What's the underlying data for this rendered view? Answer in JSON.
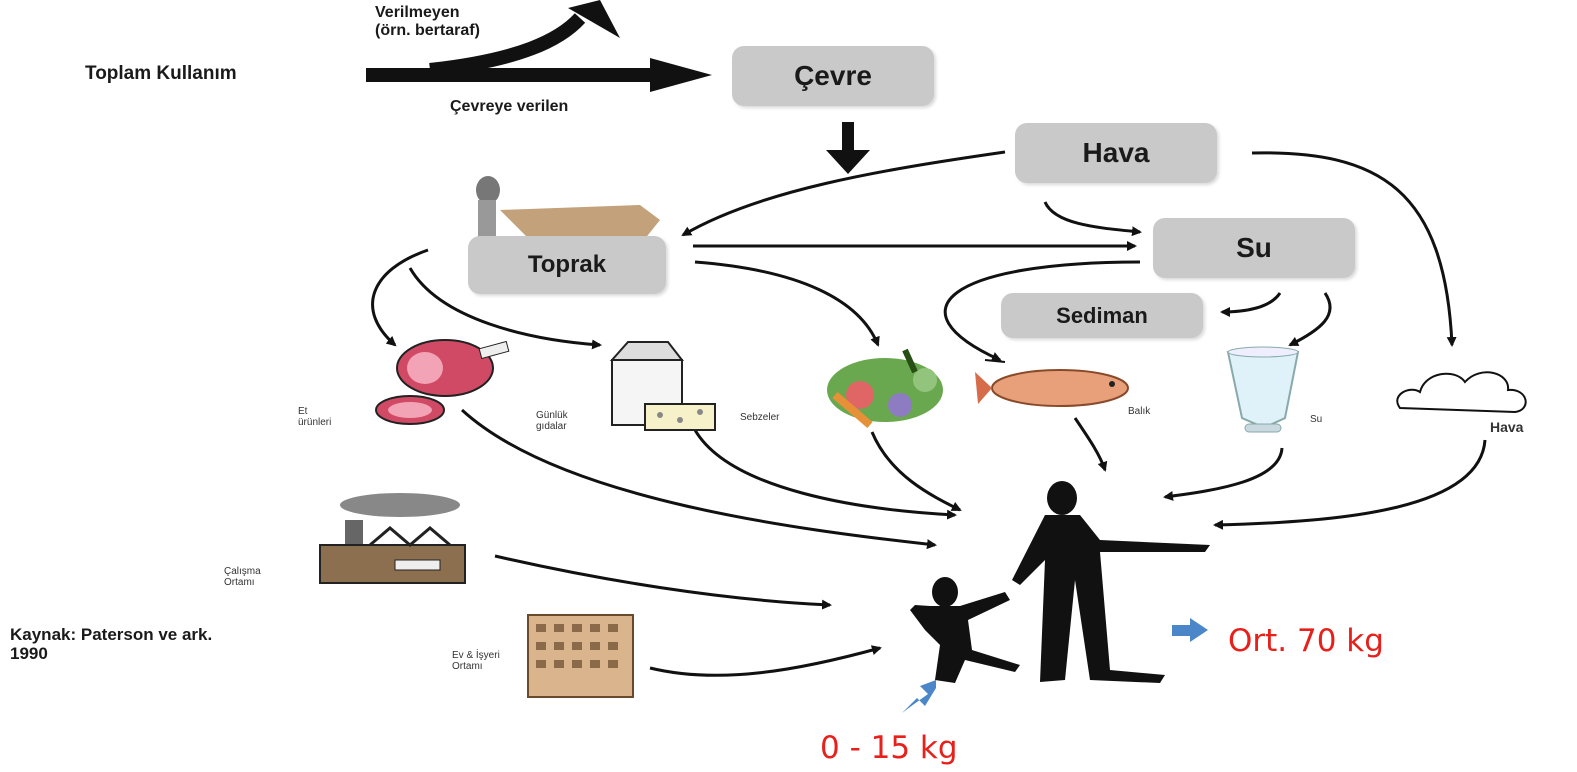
{
  "top": {
    "source_label": "Toplam Kullanım",
    "unreleased_line1": "Verilmeyen",
    "unreleased_line2": "(örn. bertaraf)",
    "released_label": "Çevreye verilen"
  },
  "boxes": {
    "cevre": "Çevre",
    "hava": "Hava",
    "su": "Su",
    "toprak": "Toprak",
    "sediman": "Sediman"
  },
  "exposure": {
    "et_line1": "Et",
    "et_line2": "ürünleri",
    "gunluk_line1": "Günlük",
    "gunluk_line2": "gıdalar",
    "sebzeler": "Sebzeler",
    "balik": "Balık",
    "su": "Su",
    "hava": "Hava",
    "calisma_line1": "Çalışma",
    "calisma_line2": "Ortamı",
    "ev_line1": "Ev & İşyeri",
    "ev_line2": "Ortamı"
  },
  "source_note": {
    "line1": "Kaynak: Paterson ve ark.",
    "line2": "1990"
  },
  "weights": {
    "adult": "Ort. 70 kg",
    "child": "0 - 15 kg"
  },
  "colors": {
    "box": "#c9c9c9",
    "arrow": "#111111",
    "highlight_arrow": "#4a86c8",
    "weight_text": "#e8201b"
  }
}
